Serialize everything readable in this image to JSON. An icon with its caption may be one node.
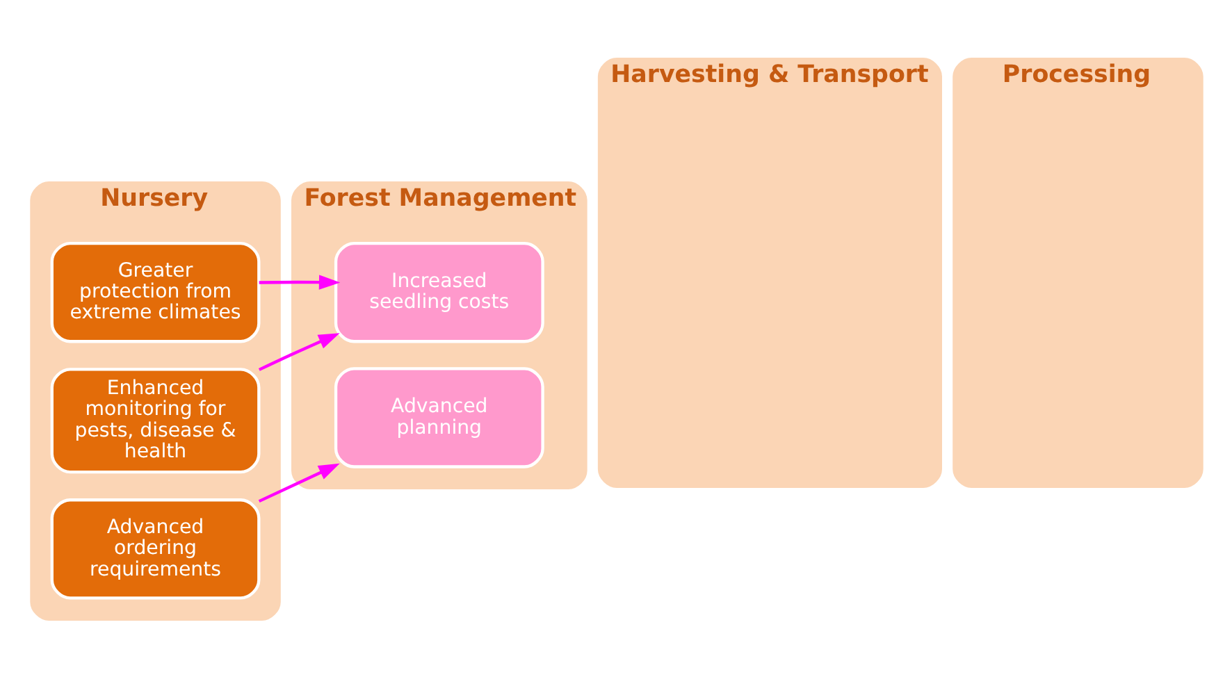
{
  "diagram": {
    "nodes": [
      {
        "text": [
          "Nursery"
        ]
      },
      {
        "text": [
          "Greater protection from extreme climates"
        ],
        "in": 0
      },
      {
        "text": [
          "Enhanced monitoring for pests, disease & health"
        ],
        "in": 0
      },
      {
        "text": [
          "Advanced ordering requirements"
        ],
        "in": 0
      },
      {
        "text": [
          "Forest Management"
        ]
      },
      {
        "text": [
          "Increased seedling costs"
        ],
        "in": 4
      },
      {
        "text": [
          "Advanced planning"
        ],
        "in": 4
      },
      {
        "text": [
          "Harvesting & Transport"
        ]
      },
      {
        "text": [
          "Processing"
        ]
      }
    ],
    "edges": [
      {
        "from": 1,
        "to": 5,
        "arrow": "to",
        "color": "#ff00ff"
      },
      {
        "from": 2,
        "to": 5,
        "arrow": "to",
        "color": "#ff00ff"
      },
      {
        "from": 3,
        "to": 6,
        "arrow": "to",
        "color": "#ff00ff"
      }
    ]
  }
}
